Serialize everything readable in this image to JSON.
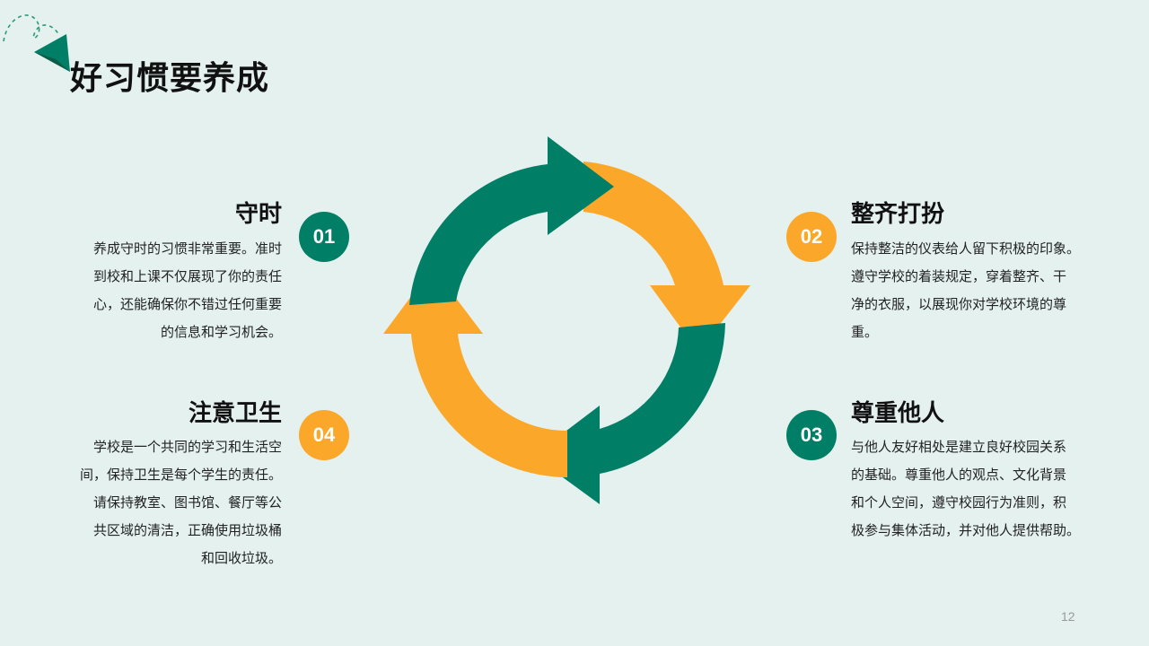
{
  "title": "好习惯要养成",
  "page_number": "12",
  "colors": {
    "green": "#007f66",
    "orange": "#fba72a",
    "background": "#e4f1ee"
  },
  "items": [
    {
      "number": "01",
      "heading": "守时",
      "lines": [
        "养成守时的习惯非常重要。准时",
        "到校和上课不仅展现了你的责任",
        "心，还能确保你不错过任何重要",
        "的信息和学习机会。"
      ]
    },
    {
      "number": "02",
      "heading": "整齐打扮",
      "lines": [
        "保持整洁的仪表给人留下积极的印象。",
        "遵守学校的着装规定，穿着整齐、干",
        "净的衣服，以展现你对学校环境的尊",
        "重。"
      ]
    },
    {
      "number": "03",
      "heading": "尊重他人",
      "lines": [
        "与他人友好相处是建立良好校园关系",
        "的基础。尊重他人的观点、文化背景",
        "和个人空间，遵守校园行为准则，积",
        "极参与集体活动，并对他人提供帮助。"
      ]
    },
    {
      "number": "04",
      "heading": "注意卫生",
      "lines": [
        "学校是一个共同的学习和生活空",
        "间，保持卫生是每个学生的责任。",
        "请保持教室、图书馆、餐厅等公",
        "共区域的清洁，正确使用垃圾桶",
        "和回收垃圾。"
      ]
    }
  ]
}
